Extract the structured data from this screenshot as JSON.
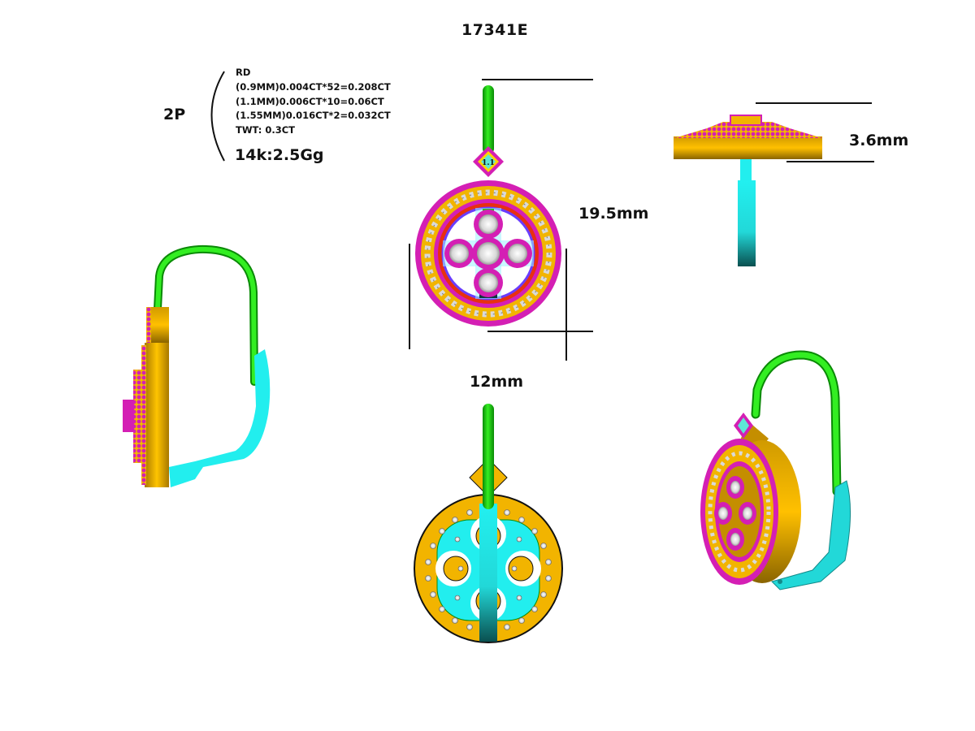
{
  "drawing": {
    "title": "17341E",
    "quantity_label": "2P",
    "stone_spec": {
      "shape": "RD",
      "lines": [
        "(0.9MM)0.004CT*52=0.208CT",
        "(1.1MM)0.006CT*10=0.06CT",
        "(1.55MM)0.016CT*2=0.032CT",
        "TWT:  0.3CT"
      ]
    },
    "metal_weight": "14k:2.5Gg",
    "dimensions": {
      "height": "19.5mm",
      "width": "12mm",
      "thickness": "3.6mm"
    },
    "bail_stone_label": "1.1",
    "views": [
      {
        "name": "front-view"
      },
      {
        "name": "top-view"
      },
      {
        "name": "left-side-view"
      },
      {
        "name": "back-view"
      },
      {
        "name": "perspective-view"
      }
    ],
    "colors": {
      "hoop_green": "#22cc11",
      "clip_cyan": "#22eeee",
      "gold": "#f2b400",
      "gold_dark": "#b88600",
      "pave_magenta": "#d41fb4",
      "red_accent": "#e83010",
      "stone_white": "#e8e8e8",
      "line_black": "#111111"
    }
  }
}
